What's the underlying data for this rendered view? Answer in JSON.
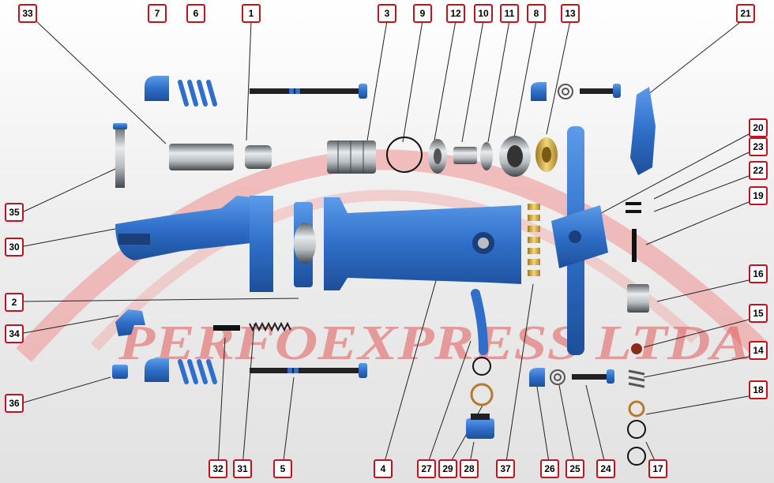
{
  "watermark": {
    "text": "PERFOEXPRESS LTDA"
  },
  "colors": {
    "part_blue": "#2f6fc9",
    "metal": "#9aa0a6",
    "brass": "#d8b24a",
    "callout_border": "#c1121f",
    "watermark": "#e35a5a"
  },
  "parts": [
    {
      "id": "p1",
      "label": "1"
    },
    {
      "id": "p2",
      "label": "2"
    },
    {
      "id": "p3",
      "label": "3"
    },
    {
      "id": "p4",
      "label": "4"
    },
    {
      "id": "p5",
      "label": "5"
    },
    {
      "id": "p6",
      "label": "6"
    },
    {
      "id": "p7",
      "label": "7"
    },
    {
      "id": "p8",
      "label": "8"
    },
    {
      "id": "p9",
      "label": "9"
    },
    {
      "id": "p10",
      "label": "10"
    },
    {
      "id": "p11",
      "label": "11"
    },
    {
      "id": "p12",
      "label": "12"
    },
    {
      "id": "p13",
      "label": "13"
    },
    {
      "id": "p14",
      "label": "14"
    },
    {
      "id": "p15",
      "label": "15"
    },
    {
      "id": "p16",
      "label": "16"
    },
    {
      "id": "p17",
      "label": "17"
    },
    {
      "id": "p18",
      "label": "18"
    },
    {
      "id": "p19",
      "label": "19"
    },
    {
      "id": "p20",
      "label": "20"
    },
    {
      "id": "p21",
      "label": "21"
    },
    {
      "id": "p22",
      "label": "22"
    },
    {
      "id": "p23",
      "label": "23"
    },
    {
      "id": "p24",
      "label": "24"
    },
    {
      "id": "p25",
      "label": "25"
    },
    {
      "id": "p26",
      "label": "26"
    },
    {
      "id": "p27",
      "label": "27"
    },
    {
      "id": "p28",
      "label": "28"
    },
    {
      "id": "p29",
      "label": "29"
    },
    {
      "id": "p30",
      "label": "30"
    },
    {
      "id": "p31",
      "label": "31"
    },
    {
      "id": "p32",
      "label": "32"
    },
    {
      "id": "p33",
      "label": "33"
    },
    {
      "id": "p34",
      "label": "34"
    },
    {
      "id": "p35",
      "label": "35"
    },
    {
      "id": "p36",
      "label": "36"
    },
    {
      "id": "p37",
      "label": "37"
    }
  ]
}
